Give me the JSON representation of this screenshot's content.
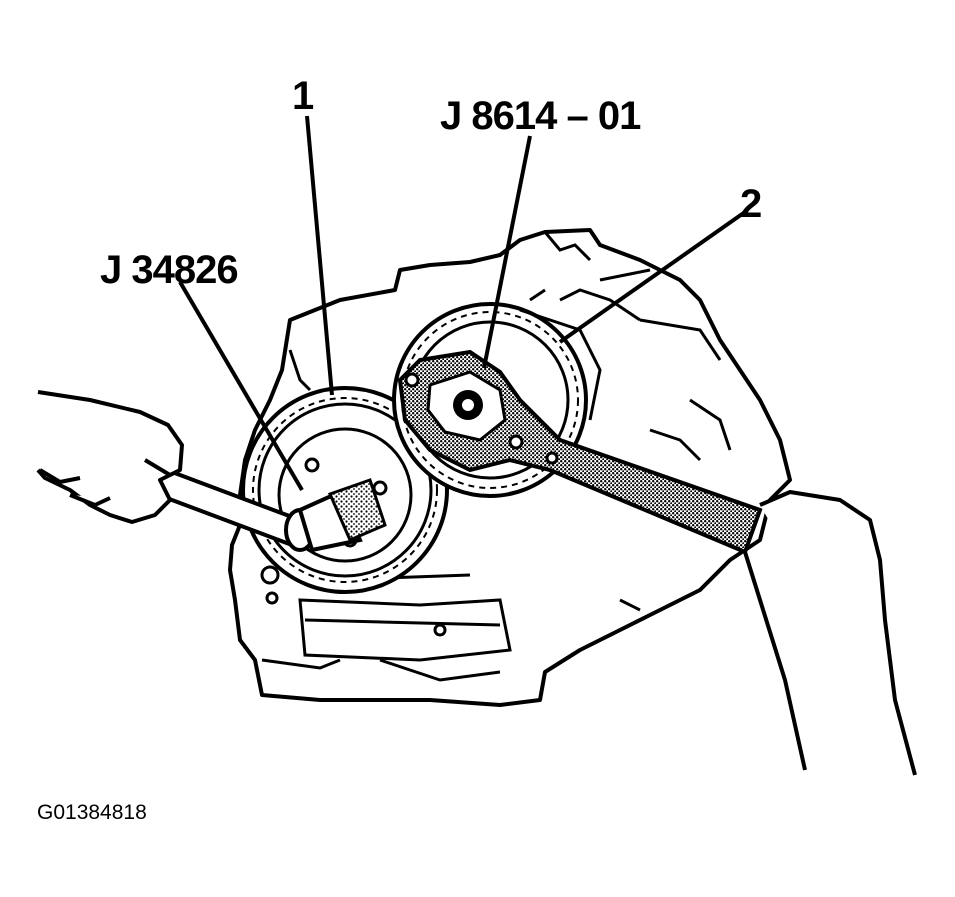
{
  "callouts": {
    "item_1": "1",
    "item_2": "2",
    "tool_a": "J 8614 – 01",
    "tool_b": "J 34826"
  },
  "figure_id": "G01384818",
  "colors": {
    "ink": "#000000",
    "paper": "#ffffff"
  }
}
